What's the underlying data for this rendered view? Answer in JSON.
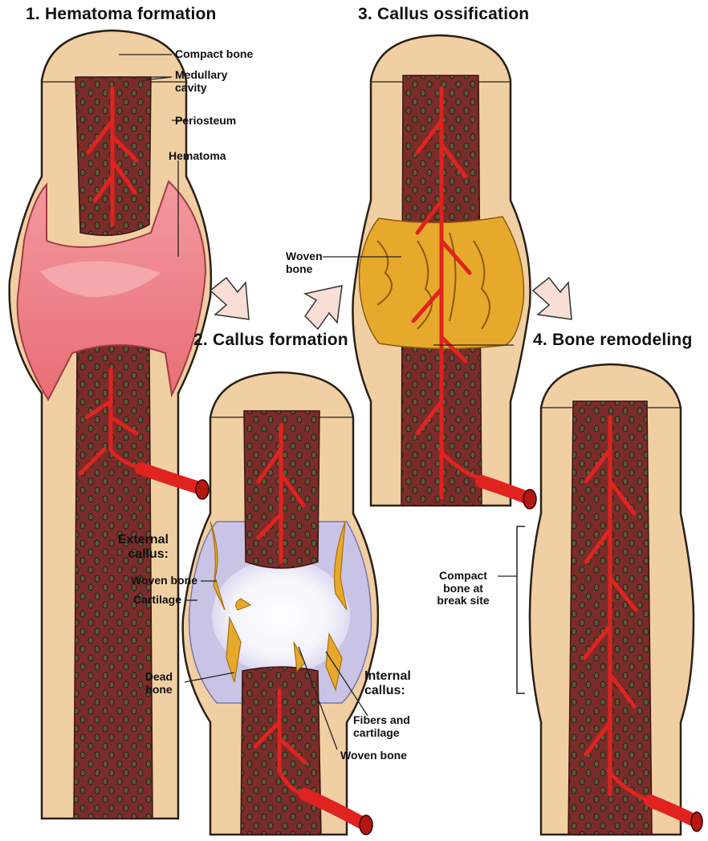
{
  "steps": [
    {
      "title": "1. Hematoma formation"
    },
    {
      "title": "2. Callus formation"
    },
    {
      "title": "3. Callus ossification"
    },
    {
      "title": "4. Bone remodeling"
    }
  ],
  "labels": {
    "compact_bone": "Compact bone",
    "medullary": [
      "Medullary",
      "cavity"
    ],
    "periosteum": "Periosteum",
    "hematoma": "Hematoma",
    "external_callus": [
      "External",
      "callus:"
    ],
    "woven_bone_ext": "Woven bone",
    "cartilage": "Cartilage",
    "dead_bone": [
      "Dead",
      "bone"
    ],
    "internal_callus": [
      "Internal",
      "callus:"
    ],
    "fibers": [
      "Fibers and",
      "cartilage"
    ],
    "woven_bone_int": "Woven bone",
    "woven_bone_3": [
      "Woven",
      "bone"
    ],
    "compact_break": [
      "Compact",
      "bone at",
      "break site"
    ]
  },
  "colors": {
    "compact_bone": "#f0cfa3",
    "marrow": "#7a2d2a",
    "vessel": "#e0231f",
    "hematoma": "#f08a8e",
    "callus_gold": "#e7a92c",
    "cartilage": "#c9c4e6",
    "arrow": "#f8ded4"
  }
}
